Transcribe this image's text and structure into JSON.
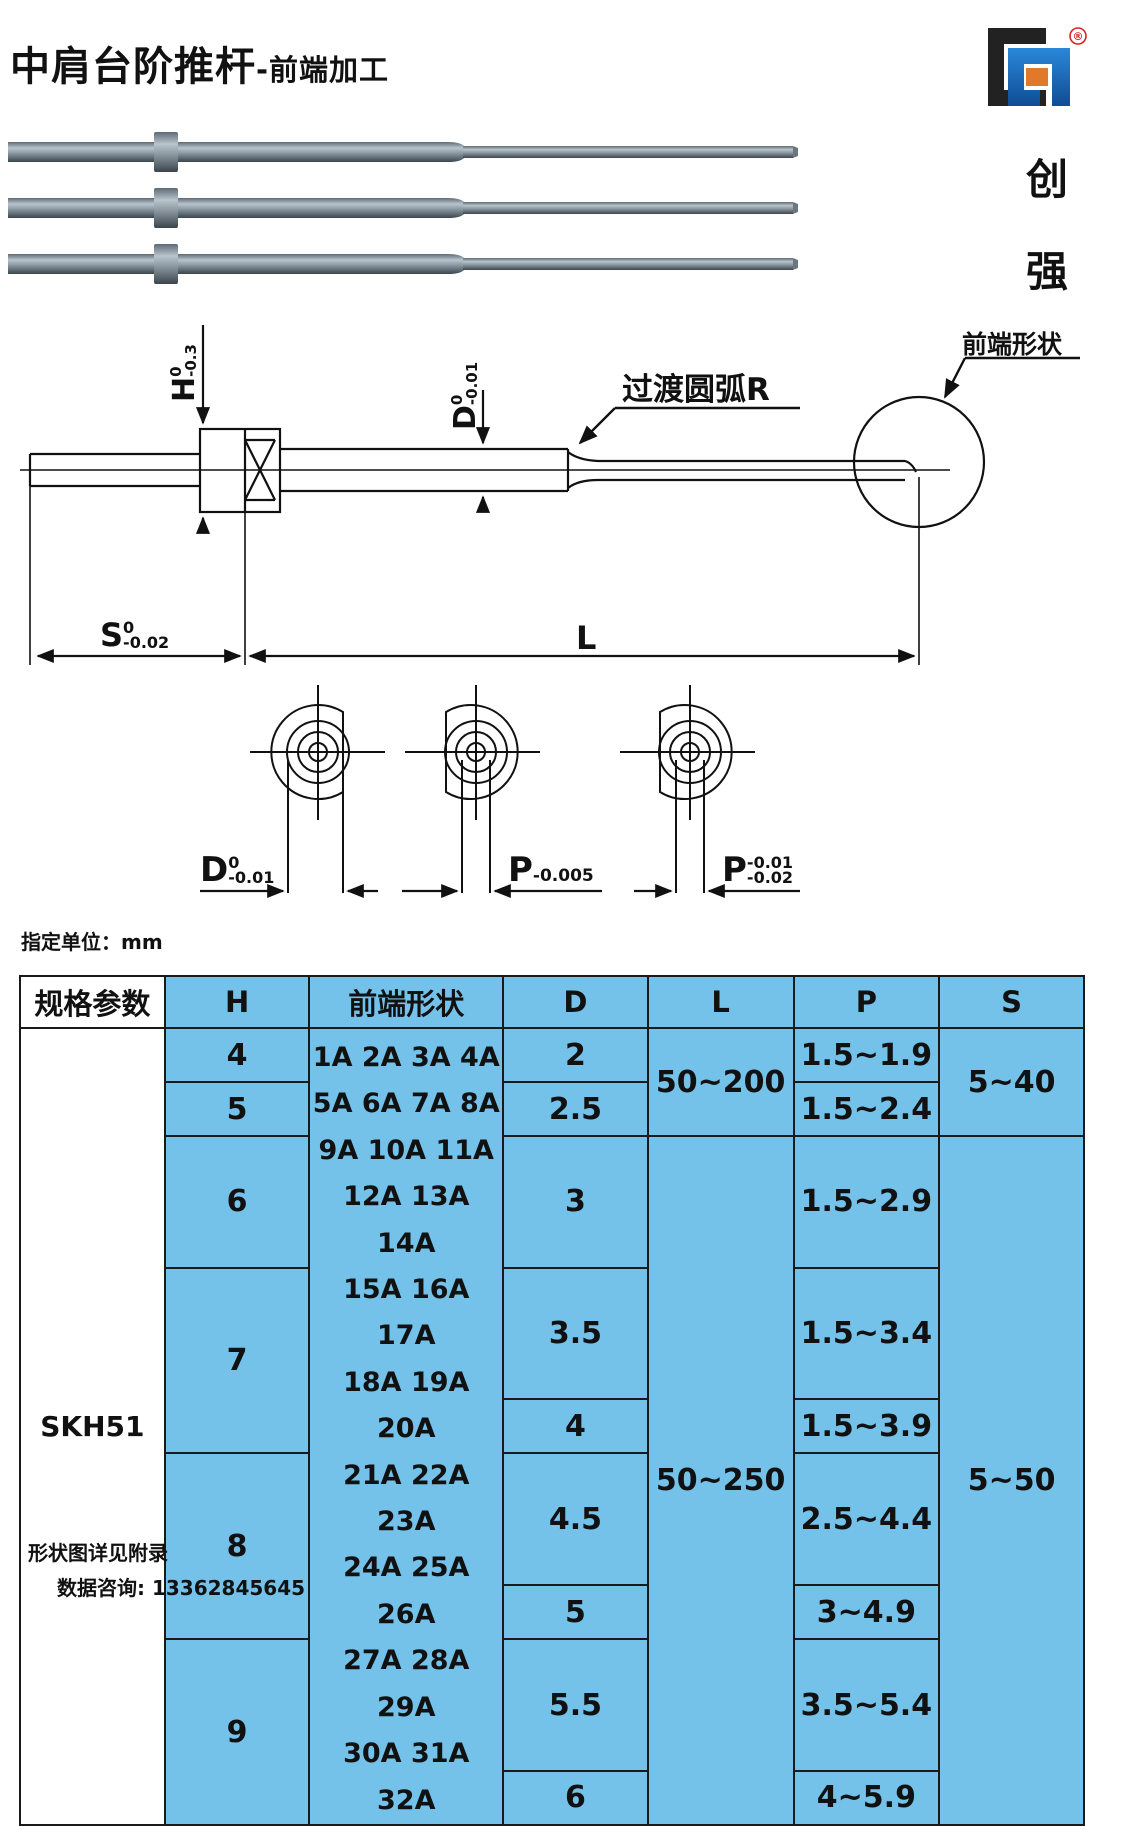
{
  "header": {
    "title": "中肩台阶推杆",
    "subtitle": "-前端加工"
  },
  "brand": {
    "char1": "创",
    "char2": "强",
    "registered_mark": "®",
    "logo_colors": {
      "dark": "#222222",
      "blue": "#1e73c8",
      "orange": "#e07a2a"
    }
  },
  "diagram": {
    "h_label": "H",
    "h_tol_upper": "0",
    "h_tol_lower": "-0.3",
    "d_label": "D",
    "d_tol_upper": "0",
    "d_tol_lower": "-0.01",
    "transition_label": "过渡圆弧R",
    "front_shape_label": "前端形状",
    "s_label": "S",
    "s_tol_upper": "0",
    "s_tol_lower": "-0.02",
    "l_label": "L",
    "view1_label": "D",
    "view1_tol_upper": "0",
    "view1_tol_lower": "-0.01",
    "view2_label": "P",
    "view2_tol": "-0.005",
    "view3_label": "P",
    "view3_tol_upper": "-0.01",
    "view3_tol_lower": "-0.02"
  },
  "unit_note": "指定单位：mm",
  "table": {
    "headers": [
      "规格参数",
      "H",
      "前端形状",
      "D",
      "L",
      "P",
      "S"
    ],
    "material": "SKH51",
    "h_values": [
      "4",
      "5",
      "6",
      "7",
      "8",
      "9"
    ],
    "shape_codes": [
      "1A 2A 3A 4A",
      "5A 6A 7A 8A",
      "9A 10A 11A",
      "12A 13A 14A",
      "15A 16A 17A",
      "18A 19A 20A",
      "21A 22A 23A",
      "24A 25A 26A",
      "27A 28A 29A",
      "30A 31A 32A"
    ],
    "d_values": [
      "2",
      "2.5",
      "3",
      "3.5",
      "4",
      "4.5",
      "5",
      "5.5",
      "6"
    ],
    "l_values": [
      "50~200",
      "50~250"
    ],
    "p_values": [
      "1.5~1.9",
      "1.5~2.4",
      "1.5~2.9",
      "1.5~3.4",
      "1.5~3.9",
      "2.5~4.4",
      "3~4.9",
      "3.5~5.4",
      "4~5.9"
    ],
    "s_values": [
      "5~40",
      "5~50"
    ],
    "header_color": "#74c2ea"
  },
  "footer": {
    "appendix_note": "形状图详见附录",
    "contact": "数据咨询: 13362845645"
  }
}
